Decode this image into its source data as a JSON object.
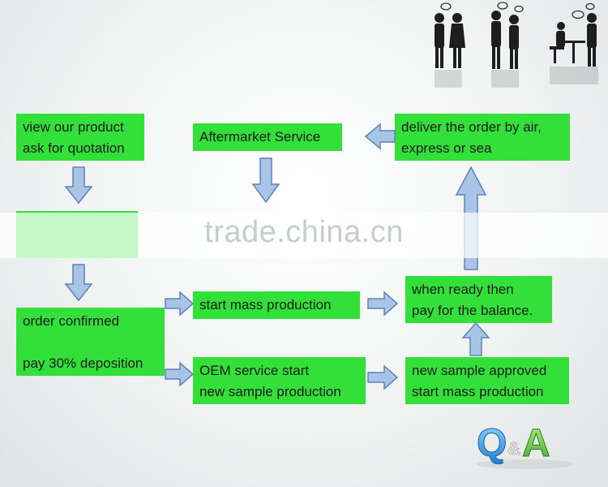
{
  "steps": {
    "view_product": "view our product\nask for quotation",
    "hidden_step": "",
    "order_confirmed": "order confirmed\n\npay 30% deposition",
    "mass_production": "start mass production",
    "oem_service": "OEM service start\nnew sample production",
    "ready_pay": "when ready then\npay for the balance.",
    "sample_approved": "new sample approved\nstart mass production",
    "deliver": "deliver the order by air,\nexpress or sea",
    "aftermarket": "Aftermarket Service"
  },
  "watermark": "trade.china.cn",
  "logo": "Q&A",
  "colors": {
    "box": "#33e03a",
    "arrow_fill": "#a9c4e6",
    "arrow_stroke": "#5c84b8"
  }
}
